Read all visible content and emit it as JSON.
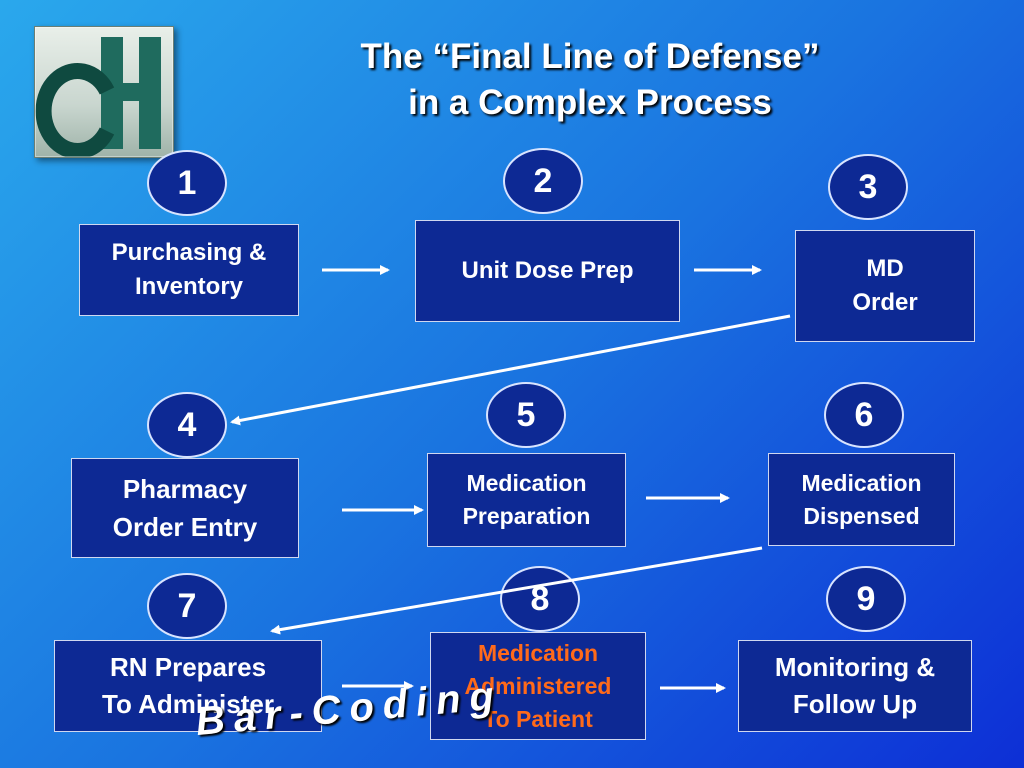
{
  "title": {
    "line1": "The “Final Line of Defense”",
    "line2": "in a Complex Process"
  },
  "logo": {
    "icon": "ch-logo-icon"
  },
  "steps": [
    {
      "num": "1",
      "lines": [
        "Purchasing &",
        "Inventory"
      ]
    },
    {
      "num": "2",
      "lines": [
        "Unit Dose Prep"
      ]
    },
    {
      "num": "3",
      "lines": [
        "MD",
        "Order"
      ]
    },
    {
      "num": "4",
      "lines": [
        "Pharmacy",
        "Order Entry"
      ]
    },
    {
      "num": "5",
      "lines": [
        "Medication",
        "Preparation"
      ]
    },
    {
      "num": "6",
      "lines": [
        "Medication",
        "Dispensed"
      ]
    },
    {
      "num": "7",
      "lines": [
        "RN Prepares",
        "To Administer"
      ]
    },
    {
      "num": "8",
      "lines": [
        "Medication",
        "Administered",
        "To Patient"
      ]
    },
    {
      "num": "9",
      "lines": [
        "Monitoring &",
        "Follow Up"
      ]
    }
  ],
  "footer": {
    "label": "Bar-Coding"
  },
  "colors": {
    "box": "#0d2994",
    "highlight": "#ff6a1a"
  }
}
